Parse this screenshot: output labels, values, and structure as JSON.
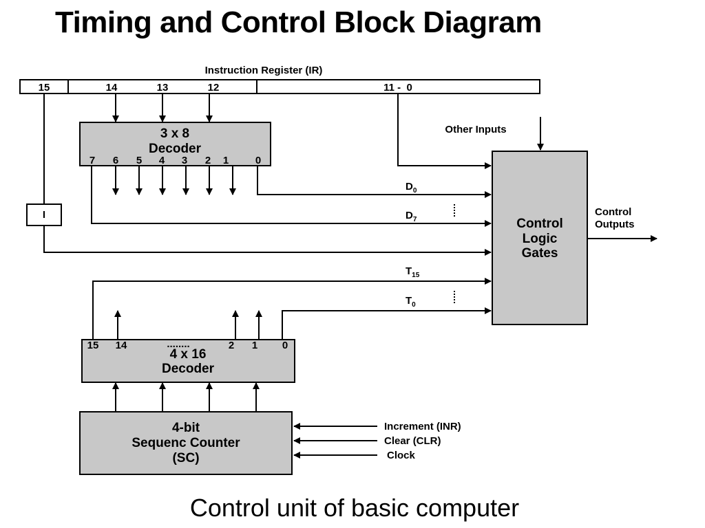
{
  "title": "Timing and Control Block Diagram",
  "caption": "Control unit of basic computer",
  "ir": {
    "label": "Instruction Register (IR)",
    "bit15": "15",
    "bit14": "14",
    "bit13": "13",
    "bit12": "12",
    "bits_low": "11 -  0"
  },
  "decoder38": {
    "line1": "3 x 8",
    "line2": "Decoder",
    "pins": [
      "7",
      "6",
      "5",
      "4",
      "3",
      "2",
      "1",
      "0"
    ]
  },
  "i_box": "I",
  "other_inputs": "Other Inputs",
  "signals": {
    "d0": "D",
    "d0_sub": "0",
    "d7": "D",
    "d7_sub": "7",
    "t15": "T",
    "t15_sub": "15",
    "t0": "T",
    "t0_sub": "0"
  },
  "control_logic": [
    "Control",
    "Logic",
    "Gates"
  ],
  "control_outputs": [
    "Control",
    "Outputs"
  ],
  "decoder416": {
    "line1": "4 x 16",
    "line2": "Decoder",
    "pin15": "15",
    "pin14": "14",
    "dots": "........",
    "pin2": "2",
    "pin1": "1",
    "pin0": "0"
  },
  "counter": [
    "4-bit",
    "Sequenc Counter",
    "(SC)"
  ],
  "counter_inputs": {
    "inr": "Increment (INR)",
    "clr": "Clear (CLR)",
    "clock": "Clock"
  }
}
